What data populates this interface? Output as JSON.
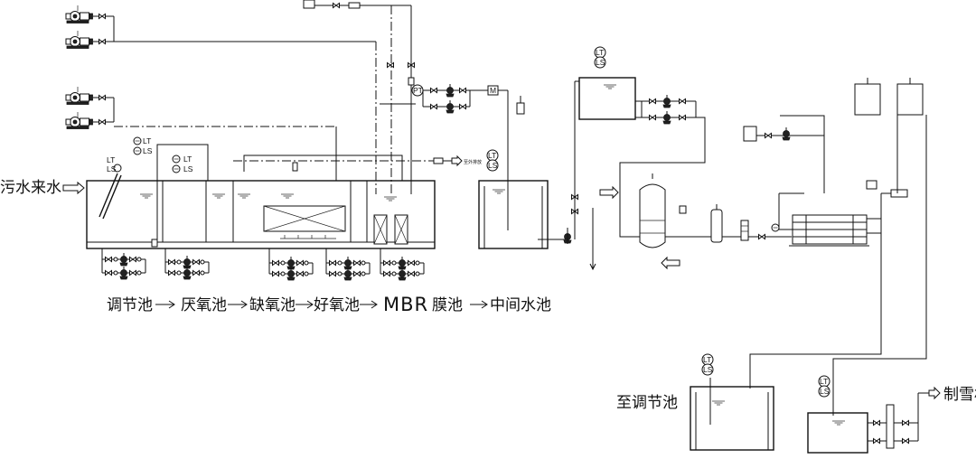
{
  "labels": {
    "inlet": "污水来水",
    "stage_adjust": "调节池",
    "stage_anaerobic": "厌氧池",
    "stage_anoxic": "缺氧池",
    "stage_aerobic": "好氧池",
    "stage_mbr": "MBR",
    "stage_mbr_suffix": "膜池",
    "stage_middle": "中间水池",
    "to_adjust": "至调节池",
    "snow_machine": "制雪机",
    "discharge": "至外排放"
  },
  "instruments": {
    "lt": "LT",
    "ls": "LS",
    "pt": "PT",
    "m": "M"
  },
  "icons": [
    "pump-icon",
    "valve-icon",
    "arrow-icon",
    "level-gauge-icon",
    "blower-icon"
  ]
}
